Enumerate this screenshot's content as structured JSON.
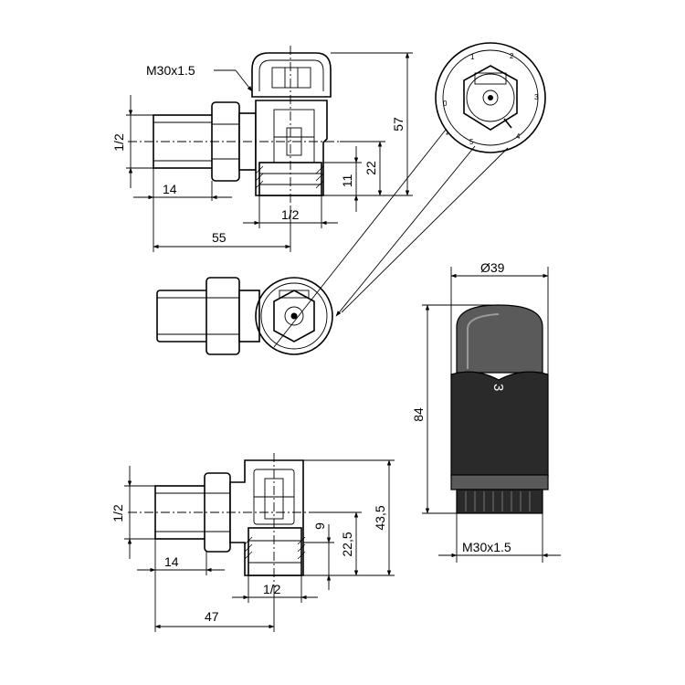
{
  "views": {
    "top_angle_valve": {
      "thread_label": "M30x1.5",
      "dim_inlet": "1/2",
      "dim_inlet_length": "14",
      "dim_total_width": "55",
      "dim_outlet": "1/2",
      "dim_height": "57",
      "dim_offset_22": "22",
      "dim_offset_11": "11"
    },
    "dial_view": {
      "scale_marks": [
        "*",
        "1",
        "2",
        "3",
        "4",
        "5",
        "0"
      ]
    },
    "straight_valve": {
      "dim_inlet": "1/2",
      "dim_inlet_length": "14",
      "dim_total_width": "47",
      "dim_outlet": "1/2",
      "dim_height": "43,5",
      "dim_offset_22_5": "22,5",
      "dim_offset_9": "9"
    },
    "thermostatic_head": {
      "dim_diameter": "Ø39",
      "dim_height": "84",
      "dim_thread": "M30x1.5",
      "front_mark": "3"
    }
  }
}
